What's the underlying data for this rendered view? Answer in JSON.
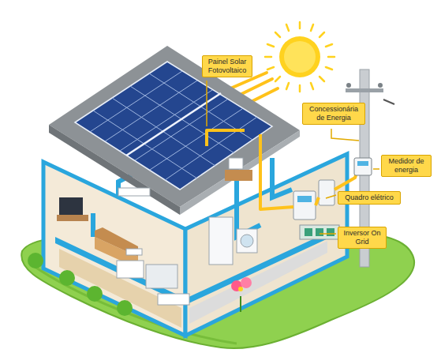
{
  "diagram": {
    "nodes": [
      {
        "text": [
          "Painel Solar Fotovoltaico"
        ]
      },
      {
        "text": [
          "Concessionária de Energia"
        ]
      },
      {
        "text": [
          "Medidor de energia"
        ]
      },
      {
        "text": [
          "Quadro elétrico"
        ]
      },
      {
        "text": [
          "Inversor On Grid"
        ]
      }
    ]
  }
}
